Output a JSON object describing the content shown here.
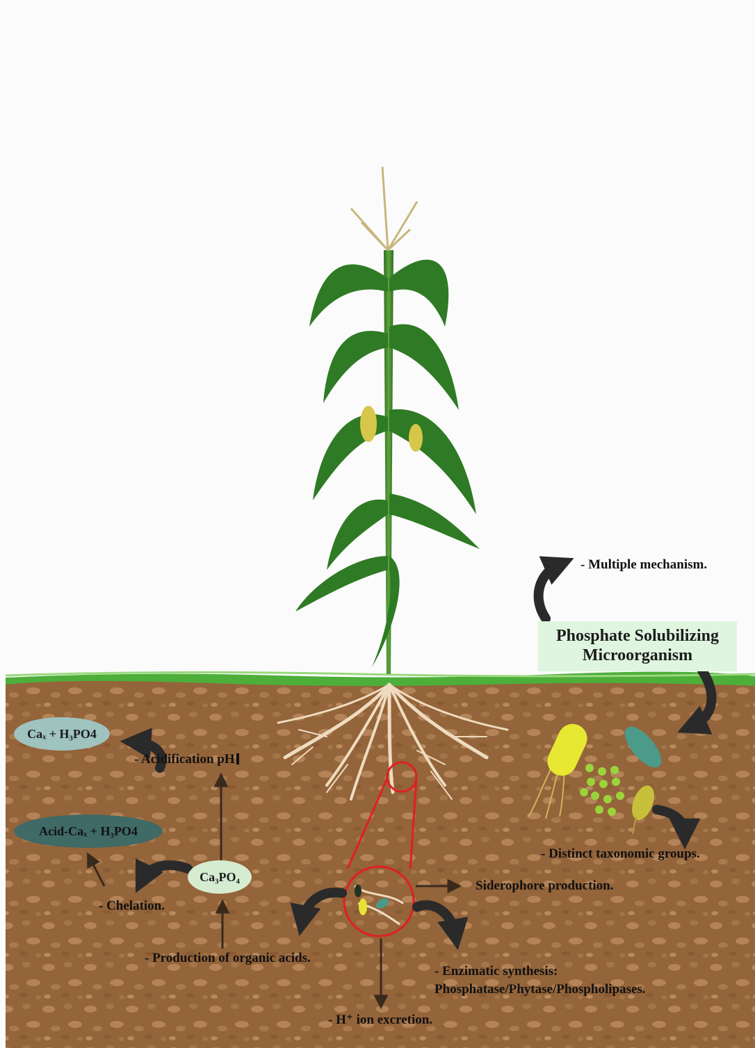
{
  "caption": "",
  "title": {
    "line1": "Phosphate Solubilizing",
    "line2": "Microorganism"
  },
  "labels": {
    "multiple": "- Multiple mechanism.",
    "taxonomic": "- Distinct taxonomic groups.",
    "siderophore": "Siderophore production.",
    "enzimatic1": "- Enzimatic synthesis:",
    "enzimatic2": "Phosphatase/Phytase/Phospholipases.",
    "hion": "- H⁺ ion excretion.",
    "organic": "- Production of organic acids.",
    "chelation": "- Chelation.",
    "acidification": "- Acidification pH"
  },
  "compounds": {
    "ca_h3po4": "Caₓ + H₃PO4",
    "acid_ca": "Acid-Caₓ + H₃PO4",
    "ca3po4": "Ca₃PO₄"
  },
  "colors": {
    "sky": "#fbfbfb",
    "soil": "#94643a",
    "grass": "#4dae3a",
    "leaf": "#2f7a24",
    "arrow": "#3a2a1c",
    "highlight": "#e02020",
    "root": "#efdcc0",
    "bubble_light": "#d5ecd0",
    "bubble_teal": "#9fc3bf",
    "bubble_dark": "#3f6a66"
  }
}
